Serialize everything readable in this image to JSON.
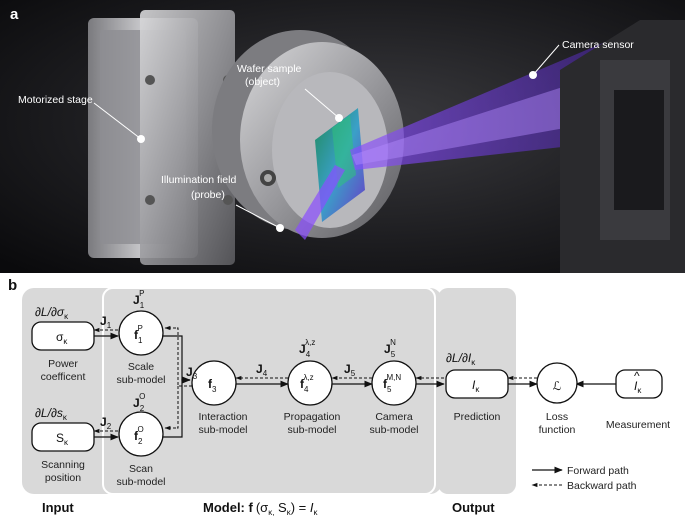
{
  "panel_a": {
    "label": "a",
    "callouts": {
      "motorized_stage": "Motorized stage",
      "wafer_line1": "Wafer sample",
      "wafer_line2": "(object)",
      "illum_line1": "Illumination field",
      "illum_line2": "(probe)",
      "camera_sensor": "Camera sensor"
    }
  },
  "panel_b": {
    "label": "b",
    "sections": {
      "input": "Input",
      "model": "Model: ",
      "output": "Output"
    },
    "model_formula": {
      "f": "f",
      "open": "(σ",
      "sub1": "κ,",
      "s": " S",
      "sub2": "κ",
      "close": ") = ",
      "I": "I",
      "sub3": "κ"
    },
    "nodes": {
      "sigma": {
        "text": "σ",
        "sub": "κ",
        "grad": "∂L/∂σ",
        "grad_sub": "κ",
        "label1": "Power",
        "label2": "coefficent"
      },
      "s": {
        "text": "S",
        "sub": "κ",
        "grad": "∂L/∂s",
        "grad_sub": "κ",
        "label1": "Scanning",
        "label2": "position"
      },
      "f1": {
        "main": "f",
        "sub": "1",
        "sup": "P",
        "jac": "J",
        "jac_sub": "1",
        "jac_sup": "P",
        "label1": "Scale",
        "label2": "sub-model"
      },
      "f2": {
        "main": "f",
        "sub": "2",
        "sup": "O",
        "jac": "J",
        "jac_sub": "2",
        "jac_sup": "O",
        "label1": "Scan",
        "label2": "sub-model"
      },
      "f3": {
        "main": "f",
        "sub": "3",
        "label1": "Interaction",
        "label2": "sub-model"
      },
      "f4": {
        "main": "f",
        "sub": "4",
        "sup": "λ,z",
        "jac": "J",
        "jac_sub": "4",
        "jac_sup": "λ,z",
        "label1": "Propagation",
        "label2": "sub-model"
      },
      "f5": {
        "main": "f",
        "sub": "5",
        "sup": "M,N",
        "jac": "J",
        "jac_sub": "5",
        "jac_sup": "N",
        "label1": "Camera",
        "label2": "sub-model"
      },
      "pred": {
        "text": "I",
        "sub": "κ",
        "grad": "∂L/∂I",
        "grad_sub": "κ",
        "label": "Prediction"
      },
      "loss": {
        "text": "ℒ",
        "label1": "Loss",
        "label2": "function"
      },
      "meas": {
        "text": "I",
        "hat": "^",
        "sub": "κ",
        "label": "Measurement"
      }
    },
    "edge_labels": {
      "j1": {
        "j": "J",
        "sub": "1"
      },
      "j2": {
        "j": "J",
        "sub": "2"
      },
      "j3": {
        "j": "J",
        "sub": "3"
      },
      "j4": {
        "j": "J",
        "sub": "4"
      },
      "j5": {
        "j": "J",
        "sub": "5"
      }
    },
    "legend": {
      "forward": "Forward path",
      "backward": "Backward path"
    }
  }
}
